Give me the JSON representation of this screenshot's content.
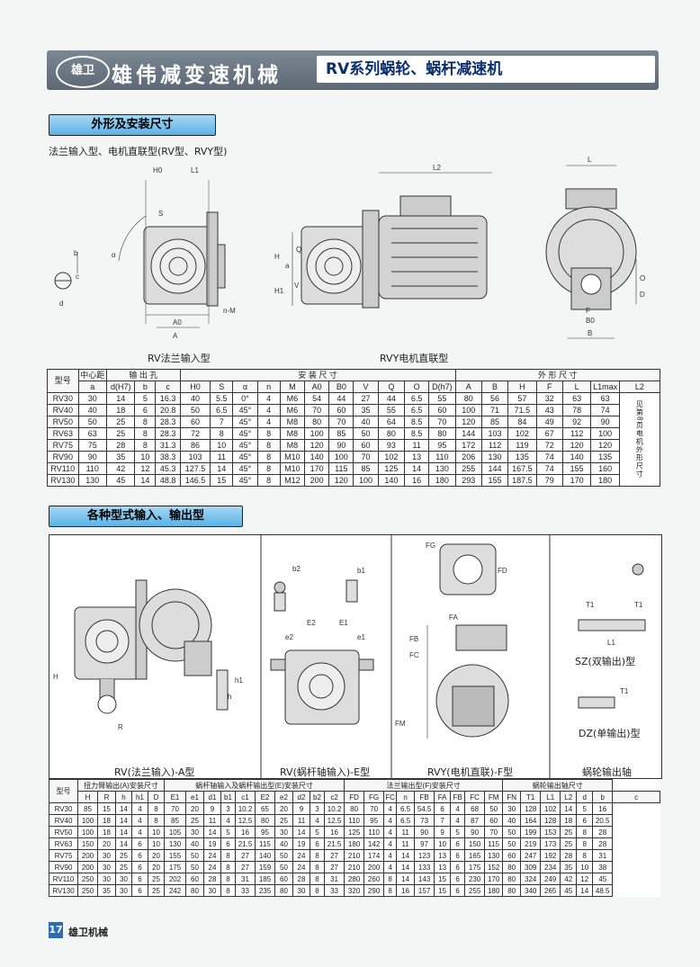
{
  "header": {
    "logo_text": "雄卫",
    "company": "雄伟减变速机械",
    "series": "RV系列蜗轮、蜗杆减速机"
  },
  "section1": {
    "title": "外形及安装尺寸",
    "subtitle": "法兰输入型、电机直联型(RV型、RVY型)",
    "captions": [
      "RV法兰输入型",
      "RVY电机直联型"
    ]
  },
  "table1": {
    "group_headers": [
      "型号",
      "中心距",
      "输 出 孔",
      "安 装 尺 寸",
      "外 形 尺 寸"
    ],
    "col_headers": [
      "a",
      "d(H7)",
      "b",
      "c",
      "H0",
      "S",
      "α",
      "n",
      "M",
      "A0",
      "B0",
      "V",
      "Q",
      "O",
      "D(h7)",
      "A",
      "B",
      "H",
      "F",
      "L",
      "L1max",
      "L2"
    ],
    "note": "见第8页电机外形尺寸",
    "rows": [
      [
        "RV30",
        "30",
        "14",
        "5",
        "16.3",
        "40",
        "5.5",
        "0°",
        "4",
        "M6",
        "54",
        "44",
        "27",
        "44",
        "6.5",
        "55",
        "80",
        "56",
        "57",
        "32",
        "63",
        "63"
      ],
      [
        "RV40",
        "40",
        "18",
        "6",
        "20.8",
        "50",
        "6.5",
        "45°",
        "4",
        "M6",
        "70",
        "60",
        "35",
        "55",
        "6.5",
        "60",
        "100",
        "71",
        "71.5",
        "43",
        "78",
        "74"
      ],
      [
        "RV50",
        "50",
        "25",
        "8",
        "28.3",
        "60",
        "7",
        "45°",
        "4",
        "M8",
        "80",
        "70",
        "40",
        "64",
        "8.5",
        "70",
        "120",
        "85",
        "84",
        "49",
        "92",
        "90"
      ],
      [
        "RV63",
        "63",
        "25",
        "8",
        "28.3",
        "72",
        "8",
        "45°",
        "8",
        "M8",
        "100",
        "85",
        "50",
        "80",
        "8.5",
        "80",
        "144",
        "103",
        "102",
        "67",
        "112",
        "100"
      ],
      [
        "RV75",
        "75",
        "28",
        "8",
        "31.3",
        "86",
        "10",
        "45°",
        "8",
        "M8",
        "120",
        "90",
        "60",
        "93",
        "11",
        "95",
        "172",
        "112",
        "119",
        "72",
        "120",
        "120"
      ],
      [
        "RV90",
        "90",
        "35",
        "10",
        "38.3",
        "103",
        "11",
        "45°",
        "8",
        "M10",
        "140",
        "100",
        "70",
        "102",
        "13",
        "110",
        "206",
        "130",
        "135",
        "74",
        "140",
        "135"
      ],
      [
        "RV110",
        "110",
        "42",
        "12",
        "45.3",
        "127.5",
        "14",
        "45°",
        "8",
        "M10",
        "170",
        "115",
        "85",
        "125",
        "14",
        "130",
        "255",
        "144",
        "167.5",
        "74",
        "155",
        "160"
      ],
      [
        "RV130",
        "130",
        "45",
        "14",
        "48.8",
        "146.5",
        "15",
        "45°",
        "8",
        "M12",
        "200",
        "120",
        "100",
        "140",
        "16",
        "180",
        "293",
        "155",
        "187.5",
        "79",
        "170",
        "180"
      ]
    ]
  },
  "section2": {
    "title": "各种型式输入、输出型",
    "captions": [
      "RV(法兰输入)-A型",
      "RV(蜗杆轴输入)-E型",
      "RVY(电机直联)-F型",
      "SZ(双输出)型",
      "DZ(单输出)型",
      "蜗轮输出轴"
    ]
  },
  "table2": {
    "group_headers": [
      "型号",
      "扭力臂输出(A)安装尺寸",
      "蜗杆轴输入及蜗杆输出型(E)安装尺寸",
      "法兰输出型(F)安装尺寸",
      "蜗轮输出轴尺寸"
    ],
    "col_headers": [
      "H",
      "R",
      "h",
      "h1",
      "D",
      "E1",
      "e1",
      "d1",
      "b1",
      "c1",
      "E2",
      "e2",
      "d2",
      "b2",
      "c2",
      "FD",
      "FG",
      "FC",
      "n",
      "FB",
      "FA",
      "FB",
      "FC",
      "FM",
      "FN",
      "T1",
      "L1",
      "L2",
      "d",
      "b",
      "c"
    ],
    "rows": [
      [
        "RV30",
        "85",
        "15",
        "14",
        "4",
        "8",
        "70",
        "20",
        "9",
        "3",
        "10.2",
        "65",
        "20",
        "9",
        "3",
        "10.2",
        "80",
        "70",
        "4",
        "6.5",
        "54.5",
        "6",
        "4",
        "68",
        "50",
        "30",
        "128",
        "102",
        "14",
        "5",
        "16"
      ],
      [
        "RV40",
        "100",
        "18",
        "14",
        "4",
        "8",
        "85",
        "25",
        "11",
        "4",
        "12.5",
        "80",
        "25",
        "11",
        "4",
        "12.5",
        "110",
        "95",
        "4",
        "6.5",
        "73",
        "7",
        "4",
        "87",
        "60",
        "40",
        "164",
        "128",
        "18",
        "6",
        "20.5"
      ],
      [
        "RV50",
        "100",
        "18",
        "14",
        "4",
        "10",
        "105",
        "30",
        "14",
        "5",
        "16",
        "95",
        "30",
        "14",
        "5",
        "16",
        "125",
        "110",
        "4",
        "11",
        "90",
        "9",
        "5",
        "90",
        "70",
        "50",
        "199",
        "153",
        "25",
        "8",
        "28"
      ],
      [
        "RV63",
        "150",
        "20",
        "14",
        "6",
        "10",
        "130",
        "40",
        "19",
        "6",
        "21.5",
        "115",
        "40",
        "19",
        "6",
        "21.5",
        "180",
        "142",
        "4",
        "11",
        "97",
        "10",
        "6",
        "150",
        "115",
        "50",
        "219",
        "173",
        "25",
        "8",
        "28"
      ],
      [
        "RV75",
        "200",
        "30",
        "25",
        "6",
        "20",
        "155",
        "50",
        "24",
        "8",
        "27",
        "140",
        "50",
        "24",
        "8",
        "27",
        "210",
        "174",
        "4",
        "14",
        "123",
        "13",
        "6",
        "165",
        "130",
        "60",
        "247",
        "192",
        "28",
        "8",
        "31"
      ],
      [
        "RV90",
        "200",
        "30",
        "25",
        "6",
        "20",
        "175",
        "50",
        "24",
        "8",
        "27",
        "159",
        "50",
        "24",
        "8",
        "27",
        "210",
        "200",
        "4",
        "14",
        "133",
        "13",
        "6",
        "175",
        "152",
        "80",
        "309",
        "234",
        "35",
        "10",
        "38"
      ],
      [
        "RV110",
        "250",
        "30",
        "30",
        "6",
        "25",
        "202",
        "60",
        "28",
        "8",
        "31",
        "185",
        "60",
        "28",
        "8",
        "31",
        "280",
        "260",
        "8",
        "14",
        "143",
        "15",
        "6",
        "230",
        "170",
        "80",
        "324",
        "249",
        "42",
        "12",
        "45"
      ],
      [
        "RV130",
        "250",
        "35",
        "30",
        "6",
        "25",
        "242",
        "80",
        "30",
        "8",
        "33",
        "235",
        "80",
        "30",
        "8",
        "33",
        "320",
        "290",
        "8",
        "16",
        "157",
        "15",
        "6",
        "255",
        "180",
        "80",
        "340",
        "265",
        "45",
        "14",
        "48.5"
      ]
    ]
  },
  "footer": {
    "page": "17",
    "brand": "雄卫机械"
  },
  "colors": {
    "banner": "#6b7683",
    "section_head": "#5ab3e6",
    "text_blue": "#0b2d6b",
    "page_badge": "#2b6db4"
  }
}
